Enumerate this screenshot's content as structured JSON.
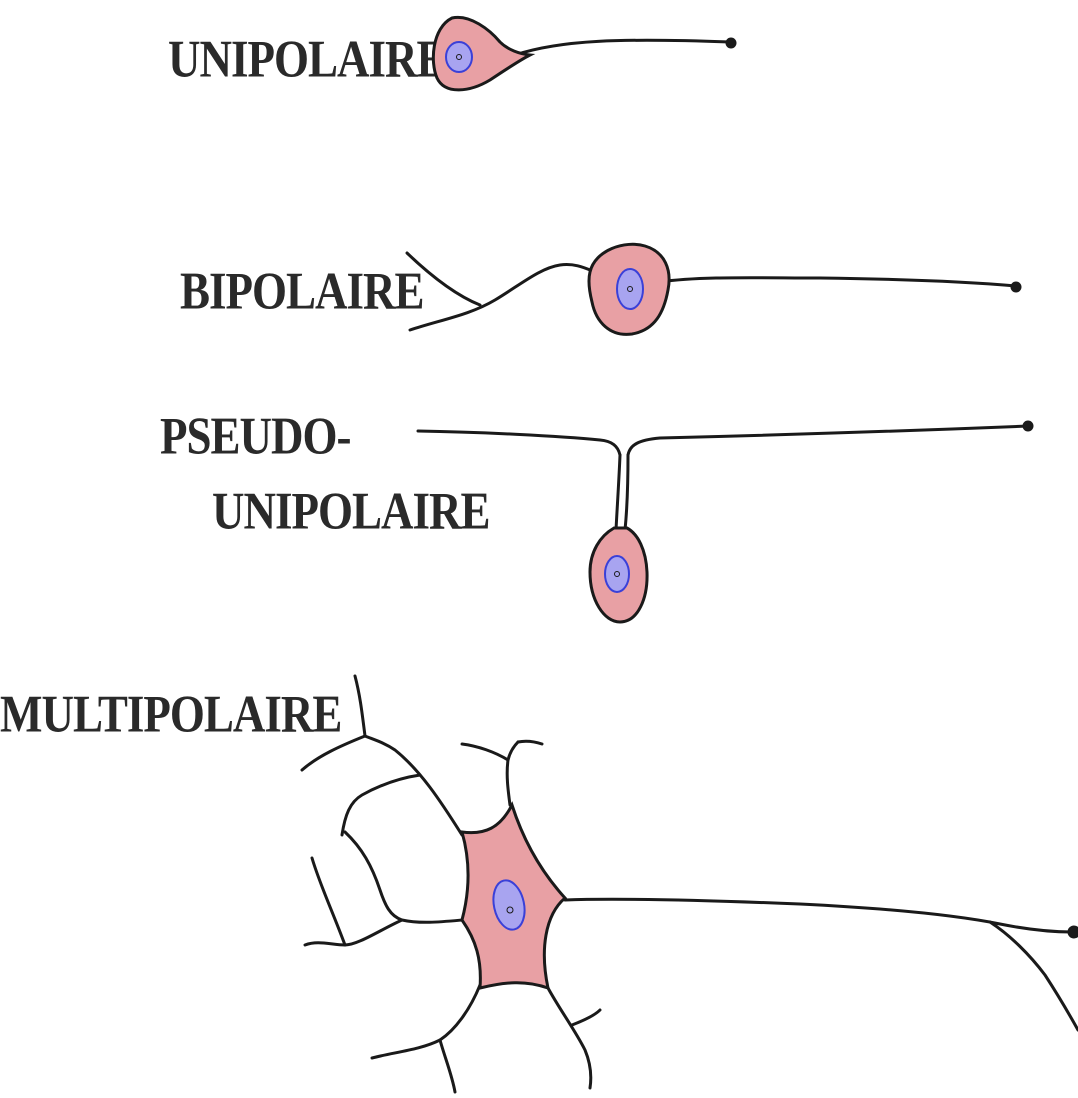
{
  "labels": {
    "unipolar": "UNIPOLAIRE",
    "bipolar": "BIPOLAIRE",
    "pseudo_line1": "PSEUDO-",
    "pseudo_line2": "UNIPOLAIRE",
    "multipolar": "MULTIPOLAIRE"
  },
  "colors": {
    "soma_fill": "#e8a0a4",
    "nucleus_fill": "#a8a4f0",
    "nucleus_stroke": "#3a40d8",
    "line": "#1a1a1a",
    "label_text": "#2a2a2a",
    "background": "#ffffff"
  }
}
